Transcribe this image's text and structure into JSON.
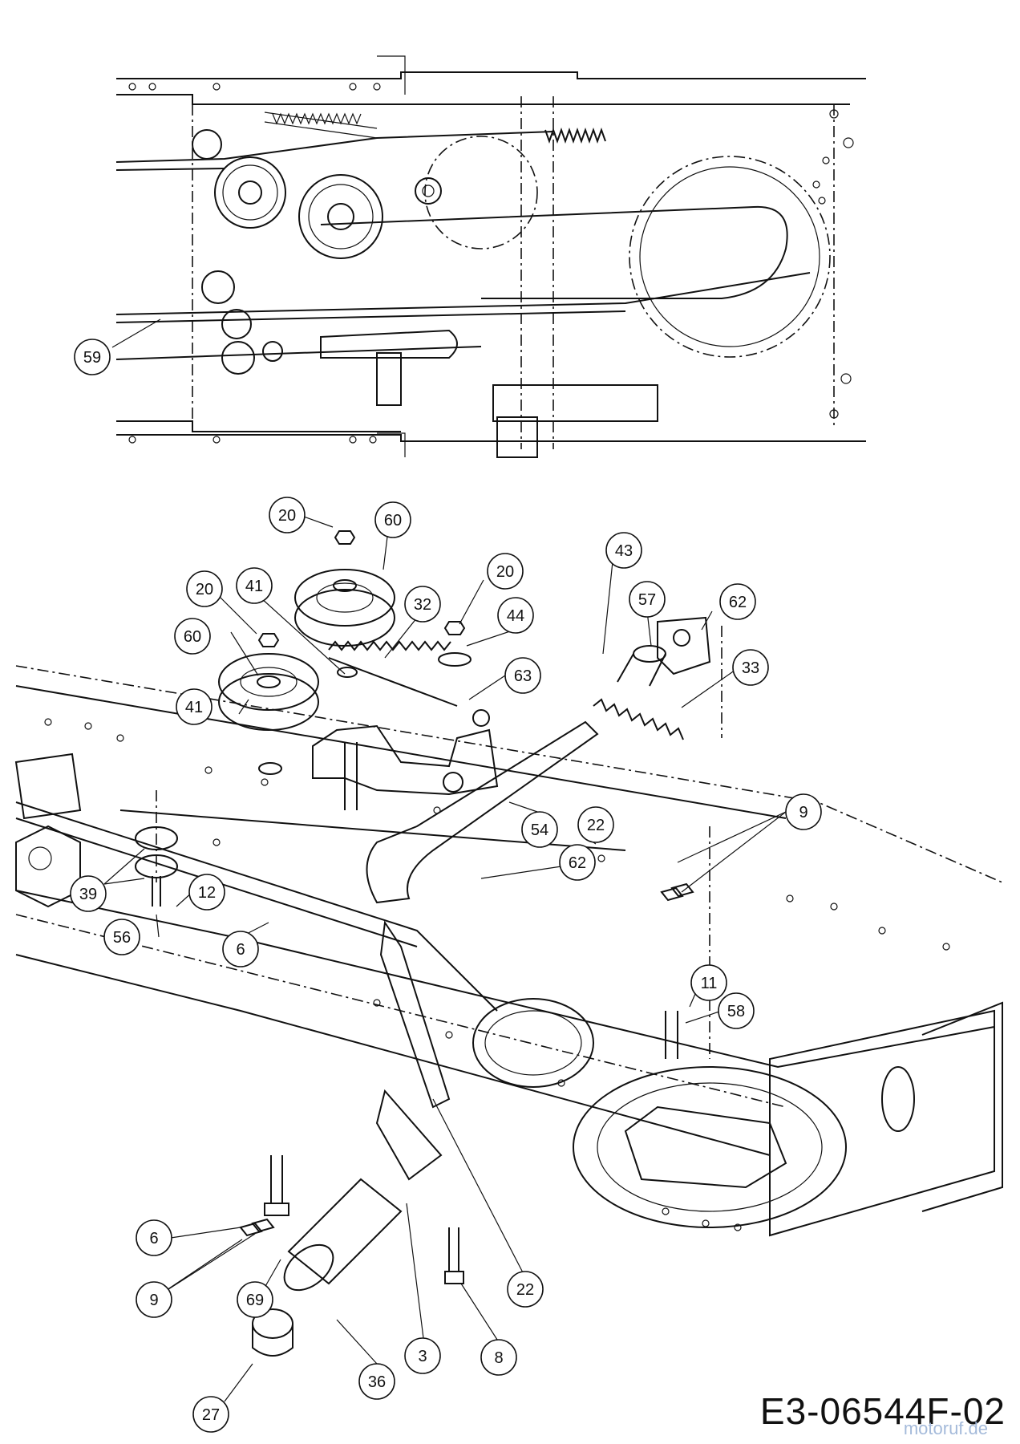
{
  "diagram": {
    "reference_code": "E3-06544F-02",
    "watermark": "motoruf.de",
    "callouts": [
      {
        "label": "59"
      },
      {
        "label": "20"
      },
      {
        "label": "60"
      },
      {
        "label": "20"
      },
      {
        "label": "41"
      },
      {
        "label": "32"
      },
      {
        "label": "20"
      },
      {
        "label": "44"
      },
      {
        "label": "43"
      },
      {
        "label": "57"
      },
      {
        "label": "62"
      },
      {
        "label": "60"
      },
      {
        "label": "63"
      },
      {
        "label": "33"
      },
      {
        "label": "41"
      },
      {
        "label": "54"
      },
      {
        "label": "22"
      },
      {
        "label": "9"
      },
      {
        "label": "62"
      },
      {
        "label": "39"
      },
      {
        "label": "12"
      },
      {
        "label": "56"
      },
      {
        "label": "6"
      },
      {
        "label": "11"
      },
      {
        "label": "58"
      },
      {
        "label": "6"
      },
      {
        "label": "9"
      },
      {
        "label": "69"
      },
      {
        "label": "22"
      },
      {
        "label": "3"
      },
      {
        "label": "8"
      },
      {
        "label": "36"
      },
      {
        "label": "27"
      }
    ]
  }
}
